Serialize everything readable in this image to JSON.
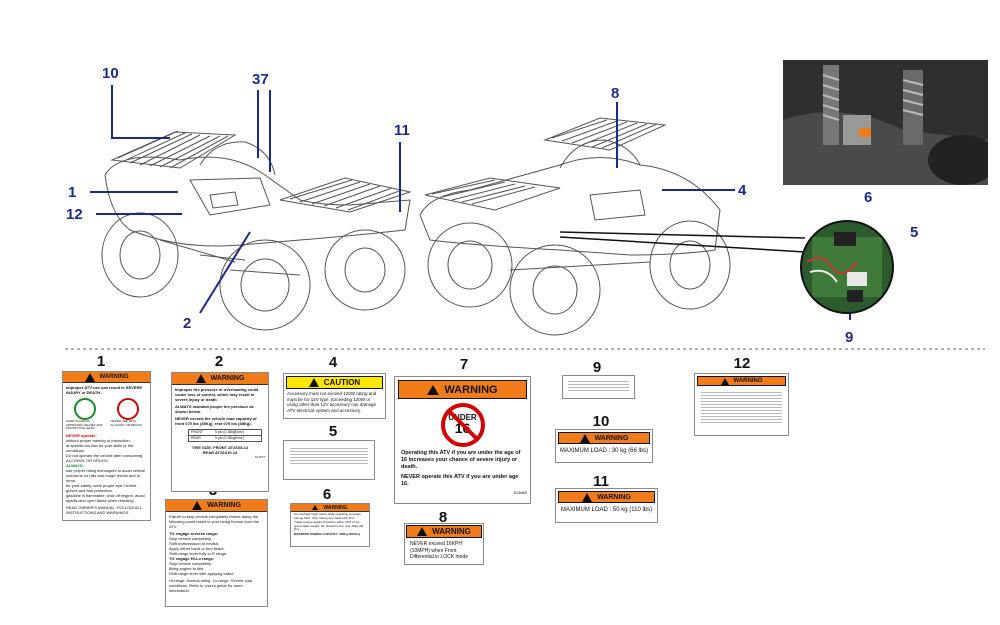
{
  "callouts": {
    "n10": "10",
    "n37": "37",
    "n11_top": "11",
    "n1": "1",
    "n12": "12",
    "n2": "2",
    "n8": "8",
    "n4": "4",
    "n6": "6",
    "n5": "5",
    "n9": "9"
  },
  "labels_row": {
    "l1": "1",
    "l2": "2",
    "l3": "3",
    "l4": "4",
    "l5": "5",
    "l6": "6",
    "l7": "7",
    "l8": "8",
    "l9": "9",
    "l10": "10",
    "l11": "11",
    "l12": "12"
  },
  "decal1": {
    "header": "WARNING",
    "intro": "Improper ATV use can result in SEVERE INJURY or DEATH.",
    "icon_left_caption": "ALWAYS USE AN APPROVED HELMET AND PROTECTIVE GEAR",
    "icon_right_caption": "NEVER USE WITH ALCOHOL OR DRUGS",
    "never_label": "NEVER operate:",
    "never_items": [
      "without proper training or instruction.",
      "at speeds too fast for your skills or the conditions.",
      "Do not operate the vehicle after consuming ALCOHOL OR DRUGS."
    ],
    "always_label": "ALWAYS:",
    "always_items": [
      "use proper riding techniques to avoid vehicle overturns on hills and rough terrain and in turns.",
      "for your safety, wear proper eye, helmet gloves and foot protection.",
      "gasoline is flammable: shut off engine, avoid sparks and open flame when refueling."
    ],
    "footer": "READ OWNER'S MANUAL. FOLLOW ALL INSTRUCTIONS AND WARNINGS."
  },
  "decal2": {
    "header": "WARNING",
    "p1": "Improper tire pressure or overloading could cause loss of control, which may result in severe injury or death.",
    "p2": "ALWAYS maintain proper tire pressure as shown below.",
    "p3": "NEVER exceed the vehicle load capacity of front 075 lbs (35Kg); rear 079 lbs (88Kg).",
    "row_front": "FRONT",
    "row_rear": "REAR",
    "val_front": "5 psi (0.35kgf/cm²)",
    "val_rear": "5 psi (0.35kgf/cm²)",
    "tire_size_label": "TIRE SIZE: FRONT",
    "tire_front": "AT26X8-14",
    "tire_rear_label": "REAR",
    "tire_rear": "AT26X10-14",
    "part_no": "517877"
  },
  "decal3": {
    "header": "WARNING",
    "p1": "Failure to stop vehicle completely before doing the following could result in your being thrown from the ATV.",
    "rev_label": "TO engage reverse range:",
    "rev_items": [
      "Stop vehicle completely.",
      "Shift transmission to neutral.",
      "Apply either hand or foot brake.",
      "Shift range lever fully to R range."
    ],
    "hi_label": "TO engage Hi-Lo range:",
    "hi_items": [
      "Stop vehicle completely.",
      "Bring engine to idle.",
      "Shift range lever with applying brake."
    ],
    "p_end": "Hi-range: Normal riding. Lo-range: Severe load conditions. Refer to User's guide for more information."
  },
  "decal4": {
    "header": "CAUTION",
    "text": "Accessory must not exceed 120W rating and must be for 12V type. Exceeding 120W or using other than 12V accessory can damage ATV electrical system and accessory."
  },
  "decal6": {
    "header": "WARNING",
    "line1": "An overload might cause while operating complete turning hitch. Stop towing any loads with ATV.",
    "line2": "Trailer tongue weight should be within 10% of the gross trailer weight, but should not be over 15kg (33 lbs).",
    "line3": "MAXIMUM TOWING CAPACITY: 300kg (661lbs)"
  },
  "decal7": {
    "header": "WARNING",
    "sign_top": "UNDER",
    "sign_num": "16",
    "p1": "Operating this ATV if you are under the age of 16 increases your chance of severe injury or death.",
    "p2": "NEVER operate this ATV if you are under age 16.",
    "part_no": "513665"
  },
  "decal8": {
    "header": "WARNING",
    "text": "NEVER exceed 16KPH (10MPH) when Front Differential in LOCK mode"
  },
  "decal10": {
    "header": "WARNING",
    "text": "MAXIMUM LOAD : 30 kg (66 lbs)"
  },
  "decal11": {
    "header": "WARNING",
    "text": "MAXIMUM LOAD : 50 kg (110 lbs)"
  },
  "decal12": {
    "header": "WARNING"
  },
  "colors": {
    "callout": "#1c2a8c",
    "warning_orange": "#f07d1a",
    "caution_yellow": "#ffe600",
    "line": "#222222"
  }
}
